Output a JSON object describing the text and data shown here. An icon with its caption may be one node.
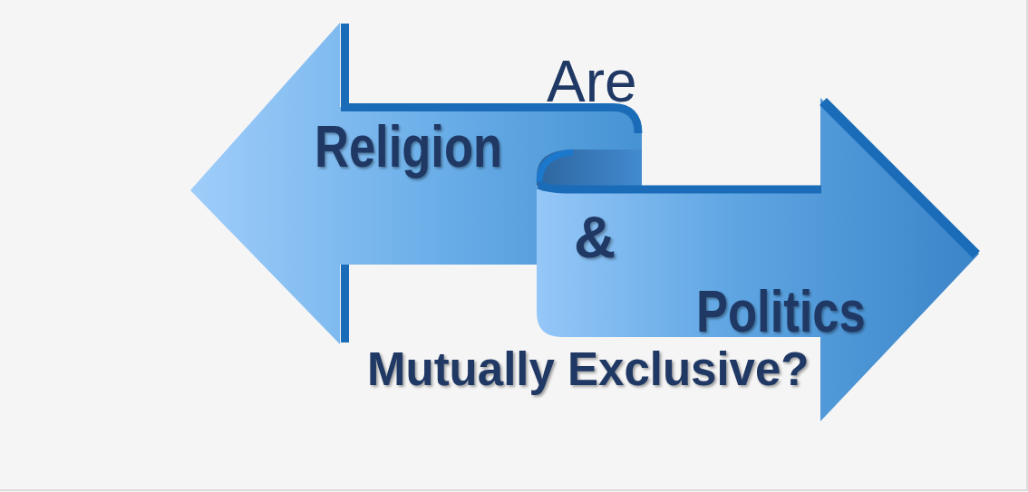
{
  "diagram": {
    "nodes": [
      {
        "text": [
          "Religion"
        ]
      },
      {
        "text": [
          "Politics"
        ]
      }
    ],
    "labels": [
      "Are",
      "&",
      "Mutually Exclusive?"
    ]
  }
}
